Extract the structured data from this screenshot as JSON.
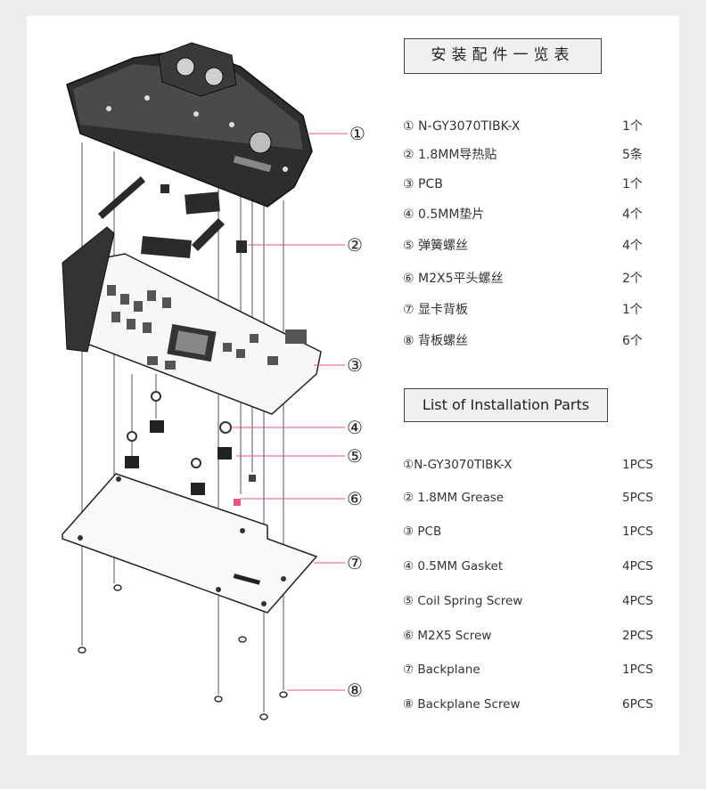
{
  "colors": {
    "callout_line": "#e8538f",
    "card": "#ffffff",
    "page_bg": "#ececec"
  },
  "callouts": [
    "①",
    "②",
    "③",
    "④",
    "⑤",
    "⑥",
    "⑦",
    "⑧"
  ],
  "cn_table": {
    "title": "安装配件一览表",
    "rows": [
      {
        "name": "① N-GY3070TIBK-X",
        "qty": "1个"
      },
      {
        "name": "② 1.8MM导热贴",
        "qty": "5条"
      },
      {
        "name": "③  PCB",
        "qty": "1个"
      },
      {
        "name": "④ 0.5MM垫片",
        "qty": "4个"
      },
      {
        "name": "⑤ 弹簧螺丝",
        "qty": "4个"
      },
      {
        "name": "⑥ M2X5平头螺丝",
        "qty": "2个"
      },
      {
        "name": "⑦ 显卡背板",
        "qty": "1个"
      },
      {
        "name": "⑧ 背板螺丝",
        "qty": "6个"
      }
    ]
  },
  "en_table": {
    "title": "List of Installation Parts",
    "rows": [
      {
        "name": "①N-GY3070TIBK-X",
        "qty": "1PCS"
      },
      {
        "name": "② 1.8MM Grease",
        "qty": "5PCS"
      },
      {
        "name": "③ PCB",
        "qty": "1PCS"
      },
      {
        "name": "④ 0.5MM Gasket",
        "qty": "4PCS"
      },
      {
        "name": "⑤ Coil Spring Screw",
        "qty": "4PCS"
      },
      {
        "name": "⑥ M2X5 Screw",
        "qty": "2PCS"
      },
      {
        "name": "⑦ Backplane",
        "qty": "1PCS"
      },
      {
        "name": "⑧ Backplane Screw",
        "qty": "6PCS"
      }
    ]
  }
}
